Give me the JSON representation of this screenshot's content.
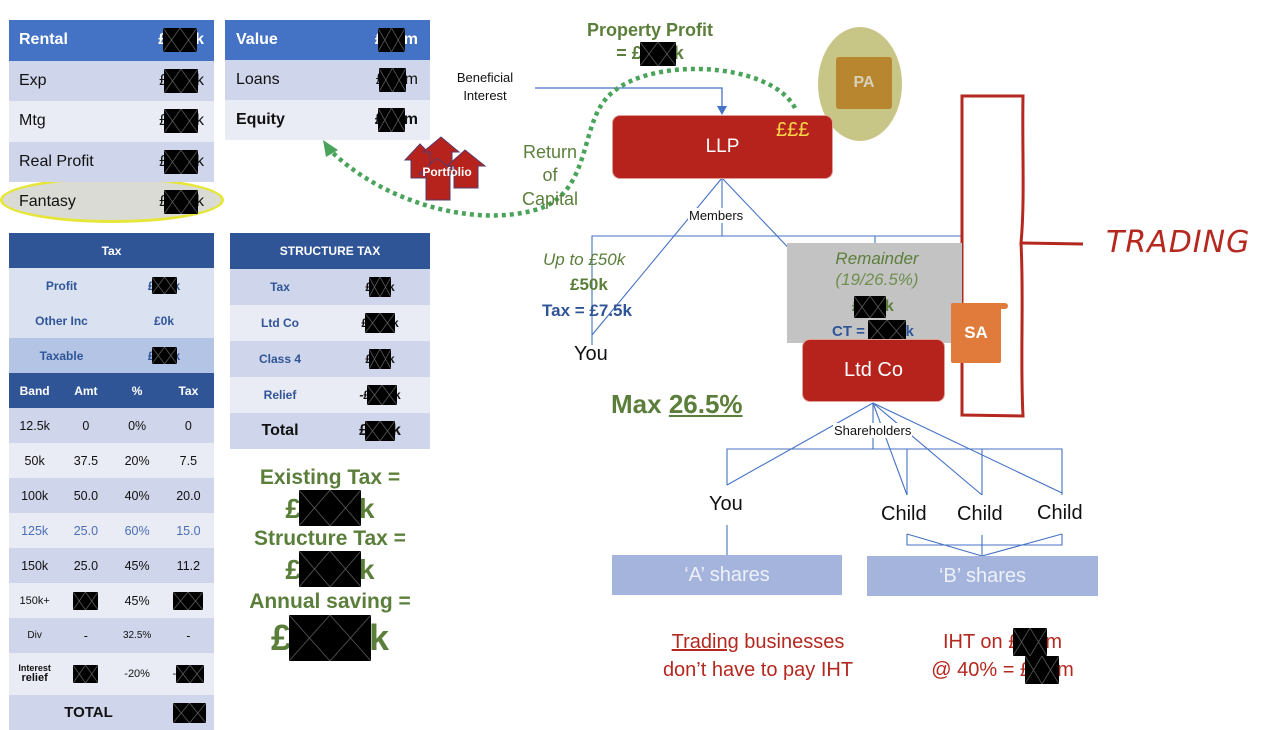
{
  "income_table": {
    "rows": [
      {
        "label": "Rental",
        "prefix": "£",
        "suffix": "k",
        "redacted": true
      },
      {
        "label": "Exp",
        "prefix": "£",
        "suffix": "k",
        "redacted": true
      },
      {
        "label": "Mtg",
        "prefix": "£",
        "suffix": "k",
        "redacted": true
      },
      {
        "label": "Real Profit",
        "prefix": "£",
        "suffix": "k",
        "redacted": true
      },
      {
        "label": "Fantasy",
        "prefix": "£",
        "suffix": "k",
        "redacted": true,
        "highlighted": true
      }
    ]
  },
  "value_table": {
    "rows": [
      {
        "label": "Value",
        "prefix": "£",
        "suffix": "m",
        "redacted": true
      },
      {
        "label": "Loans",
        "prefix": "£",
        "suffix": "m",
        "redacted": true
      },
      {
        "label": "Equity",
        "prefix": "£",
        "suffix": "m",
        "redacted": true
      }
    ]
  },
  "tax_table": {
    "title": "Tax",
    "summary": [
      {
        "label": "Profit",
        "value": "£",
        "suffix": "k",
        "redacted": true
      },
      {
        "label": "Other Inc",
        "value": "£0k",
        "redacted": false
      },
      {
        "label": "Taxable",
        "value": "£",
        "suffix": "k",
        "redacted": true
      }
    ],
    "columns": [
      "Band",
      "Amt",
      "%",
      "Tax"
    ],
    "bands": [
      {
        "band": "12.5k",
        "amt": "0",
        "pct": "0%",
        "tax": "0"
      },
      {
        "band": "50k",
        "amt": "37.5",
        "pct": "20%",
        "tax": "7.5"
      },
      {
        "band": "100k",
        "amt": "50.0",
        "pct": "40%",
        "tax": "20.0"
      },
      {
        "band": "125k",
        "amt": "25.0",
        "pct": "60%",
        "tax": "15.0",
        "highlight": true
      },
      {
        "band": "150k",
        "amt": "25.0",
        "pct": "45%",
        "tax": "11.2"
      },
      {
        "band": "150k+",
        "amt": "",
        "pct": "45%",
        "tax": "",
        "amt_redacted": true,
        "tax_redacted": true
      },
      {
        "band": "Div",
        "amt": "-",
        "pct": "32.5%",
        "tax": "-"
      },
      {
        "band_line1": "Interest",
        "band_line2": "relief",
        "amt": "",
        "pct": "-20%",
        "tax": "-",
        "amt_redacted": true,
        "tax_redacted": true
      }
    ],
    "total_label": "TOTAL"
  },
  "structure_tax": {
    "title": "STRUCTURE TAX",
    "rows": [
      {
        "label": "Tax",
        "prefix": "£",
        "suffix": "k"
      },
      {
        "label": "Ltd Co",
        "prefix": "£",
        "suffix": "k"
      },
      {
        "label": "Class 4",
        "prefix": "£",
        "suffix": "k"
      },
      {
        "label": "Relief",
        "prefix": "-£",
        "suffix": "k"
      }
    ],
    "total": {
      "label": "Total",
      "prefix": "£",
      "suffix": "k"
    }
  },
  "summary": {
    "existing_label": "Existing Tax =",
    "structure_label": "Structure Tax =",
    "saving_label": "Annual saving =",
    "prefix": "£",
    "suffix": "k"
  },
  "diagram": {
    "property_profit": {
      "line1": "Property Profit",
      "line2_prefix": "= £",
      "line2_suffix": "k"
    },
    "beneficial_interest": {
      "line1": "Beneficial",
      "line2": "Interest"
    },
    "portfolio": "Portfolio",
    "return_of_capital": {
      "line1": "Return",
      "line2": "of",
      "line3": "Capital"
    },
    "llp": "LLP",
    "llp_money": "£££",
    "pa": "PA",
    "members": "Members",
    "up_to": "Up to £50k",
    "amount_50k": "£50k",
    "tax_75k": "Tax = £7.5k",
    "you_top": "You",
    "max_prefix": "Max ",
    "max_value": "26.5%",
    "remainder": {
      "line1": "Remainder",
      "line2": "(19/26.5%)",
      "amount_prefix": "£",
      "amount_suffix": "k",
      "ct_prefix": "CT = £",
      "ct_suffix": "k"
    },
    "ltd_co": "Ltd Co",
    "sa": "SA",
    "trading": "TRADING",
    "shareholders": "Shareholders",
    "you_bottom": "You",
    "children": [
      "Child",
      "Child",
      "Child"
    ],
    "a_shares": "‘A’ shares",
    "b_shares": "‘B’ shares",
    "iht_note": {
      "underlined": "Trading",
      "rest1": " businesses",
      "line2": "don’t have to pay IHT"
    },
    "iht_calc": {
      "line1_prefix": "IHT on £",
      "line1_suffix": "m",
      "line2_prefix": "@ 40% = £",
      "line2_suffix": "m"
    }
  },
  "colors": {
    "table_header": "#4472c4",
    "dark_header": "#2f5597",
    "green_text": "#5b7f3b",
    "entity_red": "#b5231c",
    "sa_orange": "#e07b3b",
    "pa_scroll": "#b8862f",
    "shares_blue": "#a4b4dc"
  }
}
